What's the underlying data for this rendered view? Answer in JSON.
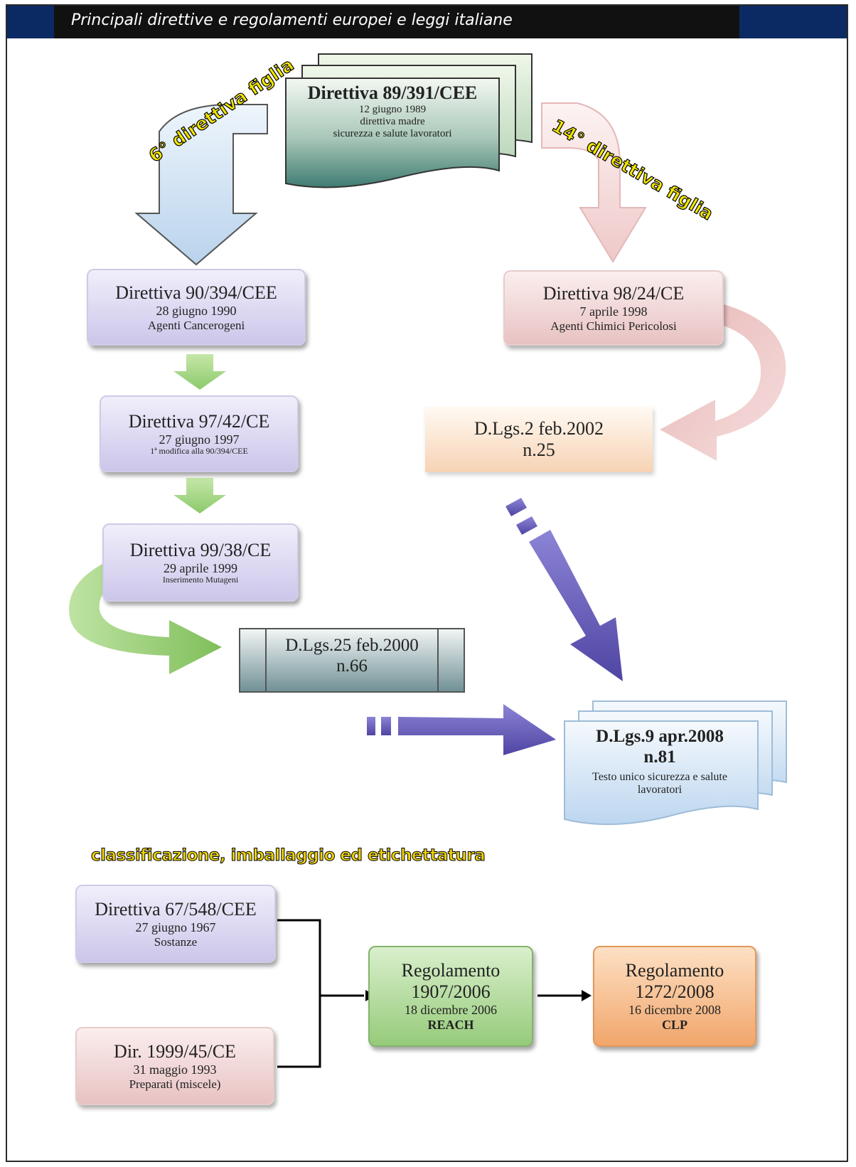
{
  "header": {
    "title": "Principali direttive e regolamenti europei e leggi italiane"
  },
  "mother": {
    "title": "Direttiva 89/391/CEE",
    "date": "12 giugno 1989",
    "line1": "direttiva madre",
    "line2": "sicurezza e salute lavoratori"
  },
  "labels": {
    "sixth": "6° direttiva figlia",
    "fourteenth": "14° direttiva figlia",
    "cil": "classificazione, imballaggio ed etichettatura"
  },
  "left_chain": [
    {
      "title": "Direttiva 90/394/CEE",
      "date": "28 giugno 1990",
      "desc": "Agenti Cancerogeni"
    },
    {
      "title": "Direttiva 97/42/CE",
      "date": "27 giugno 1997",
      "desc": "1ª modifica alla 90/394/CEE"
    },
    {
      "title": "Direttiva 99/38/CE",
      "date": "29 aprile 1999",
      "desc": "Inserimento Mutageni"
    }
  ],
  "dlgs_2000": {
    "line1": "D.Lgs.25 feb.2000",
    "line2": "n.66"
  },
  "right_chain": {
    "dir": {
      "title": "Direttiva 98/24/CE",
      "date": "7 aprile 1998",
      "desc": "Agenti Chimici Pericolosi"
    },
    "dlgs": {
      "line1": "D.Lgs.2 feb.2002",
      "line2": "n.25"
    }
  },
  "testo_unico": {
    "line1": "D.Lgs.9 apr.2008",
    "line2": "n.81",
    "desc": "Testo unico sicurezza e salute lavoratori"
  },
  "cil": {
    "dir67": {
      "title": "Direttiva 67/548/CEE",
      "date": "27 giugno 1967",
      "desc": "Sostanze"
    },
    "dir99": {
      "title": "Dir. 1999/45/CE",
      "date": "31 maggio 1993",
      "desc": "Preparati (miscele)"
    },
    "reach": {
      "line1": "Regolamento",
      "line2": "1907/2006",
      "date": "18 dicembre 2006",
      "name": "REACH"
    },
    "clp": {
      "line1": "Regolamento",
      "line2": "1272/2008",
      "date": "16 dicembre 2008",
      "name": "CLP"
    }
  },
  "colors": {
    "header_bg": "#111111",
    "header_accent": "#0b2a63",
    "label_yellow": "#f2e600"
  }
}
